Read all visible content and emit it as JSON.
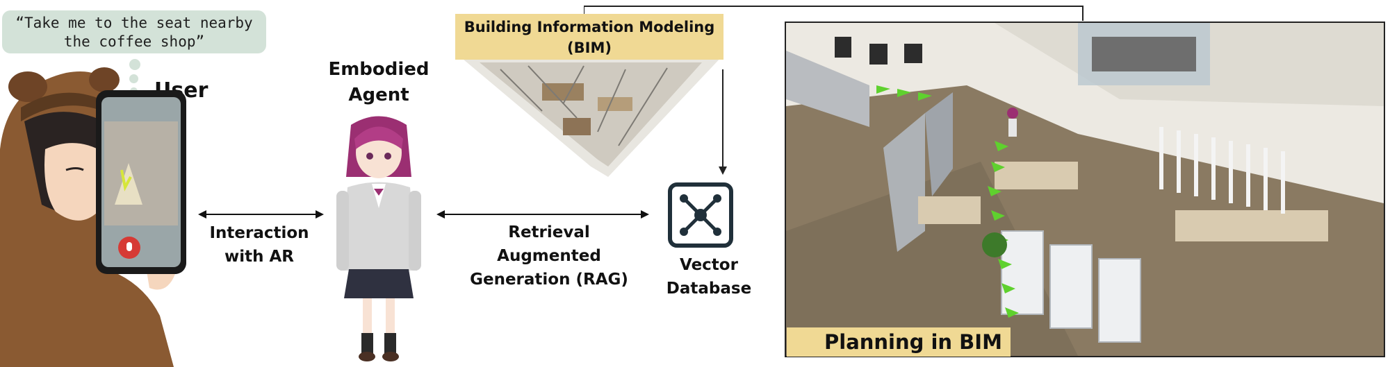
{
  "user": {
    "speech": "“Take me to the seat nearby the coffee shop”",
    "title": "User"
  },
  "agent": {
    "title": "Embodied Agent"
  },
  "arrows": {
    "interaction_label": "Interaction with AR",
    "rag_label": "Retrieval Augmented Generation (RAG)"
  },
  "bim": {
    "banner": "Building Information Modeling (BIM)"
  },
  "vector_db": {
    "label": "Vector Database",
    "icon": "vector-database-icon"
  },
  "planning": {
    "label": "Planning in BIM"
  },
  "colors": {
    "speech_bubble": "#d3e2d8",
    "bim_banner": "#f0d994",
    "path_green": "#5fd12e",
    "hoodie": "#8a5a32",
    "hair": "#9b2f72"
  }
}
